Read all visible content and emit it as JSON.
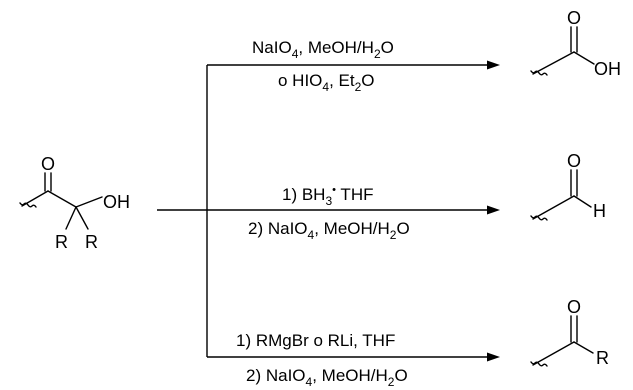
{
  "scheme": {
    "start": {
      "carbonyl_o": "O",
      "hydroxyl": "OH",
      "substituent_1": "R",
      "substituent_2": "R"
    },
    "reactions": [
      {
        "line1": {
          "text": "NaIO",
          "sub": "4",
          "rest": ", MeOH/H",
          "sub2": "2",
          "end": "O"
        },
        "line2": {
          "text": "o HIO",
          "sub": "4",
          "rest": ", Et",
          "sub2": "2",
          "end": "O"
        },
        "product": {
          "carbonyl_o": "O",
          "group": "OH"
        }
      },
      {
        "line1": {
          "text": "1) BH",
          "sub": "3",
          "dot": "•",
          "rest": " THF"
        },
        "line2": {
          "text": "2) NaIO",
          "sub": "4",
          "rest": ", MeOH/H",
          "sub2": "2",
          "end": "O"
        },
        "product": {
          "carbonyl_o": "O",
          "group": "H"
        }
      },
      {
        "line1": {
          "text": "1) RMgBr o RLi, THF"
        },
        "line2": {
          "text": "2) NaIO",
          "sub": "4",
          "rest": ", MeOH/H",
          "sub2": "2",
          "end": "O"
        },
        "product": {
          "carbonyl_o": "O",
          "group": "R"
        }
      }
    ]
  }
}
